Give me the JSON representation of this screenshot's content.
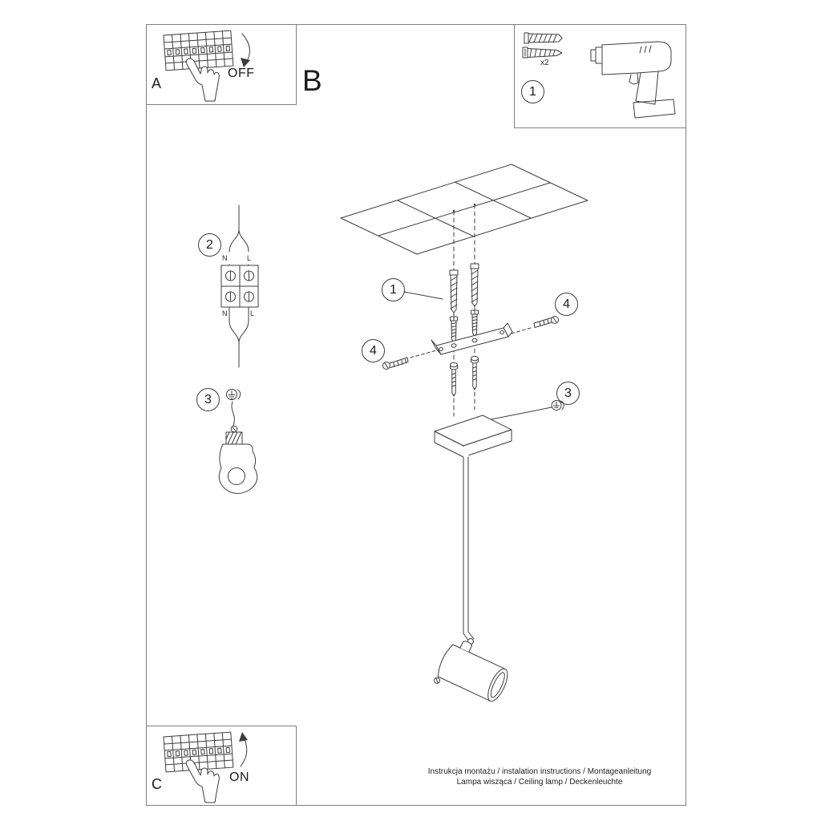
{
  "page": {
    "background": "#ffffff",
    "line_color": "#3d3d3d",
    "frame_color": "#7f7f7f"
  },
  "panel_a": {
    "label": "A",
    "state_label": "OFF"
  },
  "section_b": {
    "label": "B"
  },
  "tools_panel": {
    "step_number": "1",
    "quantity_label": "x2"
  },
  "callouts": {
    "step1_main": "1",
    "step2": "2",
    "step3_left": "3",
    "step3_right": "3",
    "step4_left": "4",
    "step4_right": "4"
  },
  "wiring_labels": {
    "top_n": "N",
    "top_l": "L",
    "bottom_n": "N",
    "bottom_l": "L"
  },
  "panel_c": {
    "label": "C",
    "state_label": "ON"
  },
  "footer": {
    "line1": "Instrukcja montażu / instalation instructions / Montageanleitung",
    "line2": "Lampa wisząca / Ceiling lamp / Deckenleuchte"
  }
}
